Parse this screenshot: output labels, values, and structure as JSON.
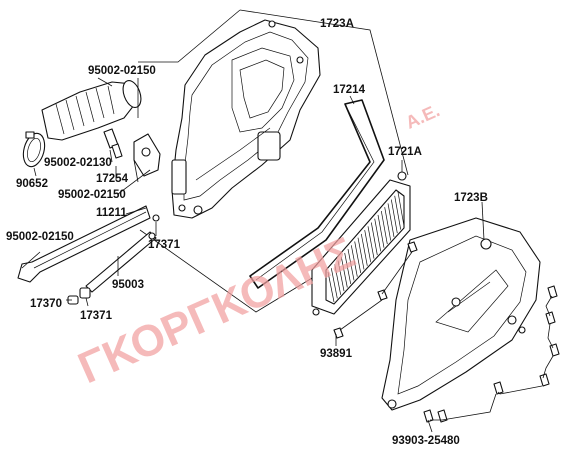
{
  "labels": {
    "l_1723A": "1723A",
    "l_95002_02150_top": "95002-02150",
    "l_17214": "17214",
    "l_1721A": "1721A",
    "l_90652": "90652",
    "l_95002_02130": "95002-02130",
    "l_17254": "17254",
    "l_95002_02150_mid": "95002-02150",
    "l_11211": "11211",
    "l_95002_02150_left": "95002-02150",
    "l_17371_right": "17371",
    "l_95003": "95003",
    "l_17370": "17370",
    "l_17371_bottom": "17371",
    "l_1723B": "1723B",
    "l_93891": "93891",
    "l_93903_25480": "93903-25480"
  },
  "watermark": {
    "main": "ΓΚΟΡΓΚΟΛΗΣ",
    "suffix": "Α.Ε."
  }
}
